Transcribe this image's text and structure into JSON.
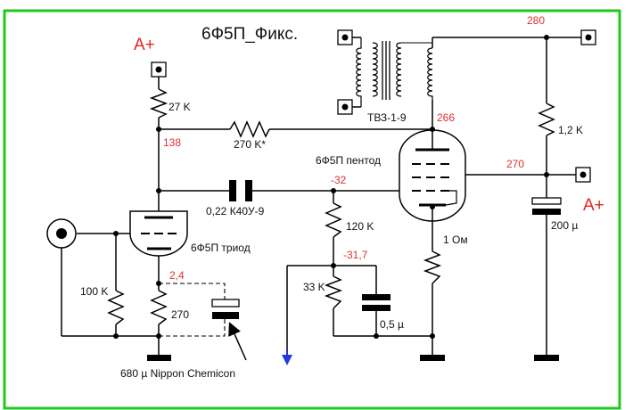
{
  "title": "6Ф5П_Фикс.",
  "colors": {
    "frame": "#22c81e",
    "voltage": "#e03030",
    "supply_label": "#e82020",
    "arrow": "#2238e0",
    "wire": "#000000"
  },
  "supply_labels": {
    "left": "A+",
    "right": "A+"
  },
  "components": {
    "r_anode_triode": "27 K",
    "r_feedback": "270 K*",
    "c_coupling": "0,22 К40У-9",
    "r_grid_series": "120 K",
    "r_grid_bias": "33 K",
    "c_bias": "0,5 µ",
    "r_triode_grid": "100 K",
    "r_triode_cathode": "270",
    "c_triode_cathode": "680 µ Nippon Chemicon",
    "r_pentode_cathode": "1 Ом",
    "r_supply": "1,2 K",
    "c_supply": "200 µ",
    "transformer": "ТВЗ-1-9",
    "triode": "6Ф5П триод",
    "pentode": "6Ф5П пентод"
  },
  "voltages": {
    "supply_top": "280",
    "pentode_anode": "266",
    "triode_anode": "138",
    "pentode_grid": "-32",
    "supply_node": "270",
    "bias_node": "-31,7",
    "triode_cathode": "2,4"
  }
}
